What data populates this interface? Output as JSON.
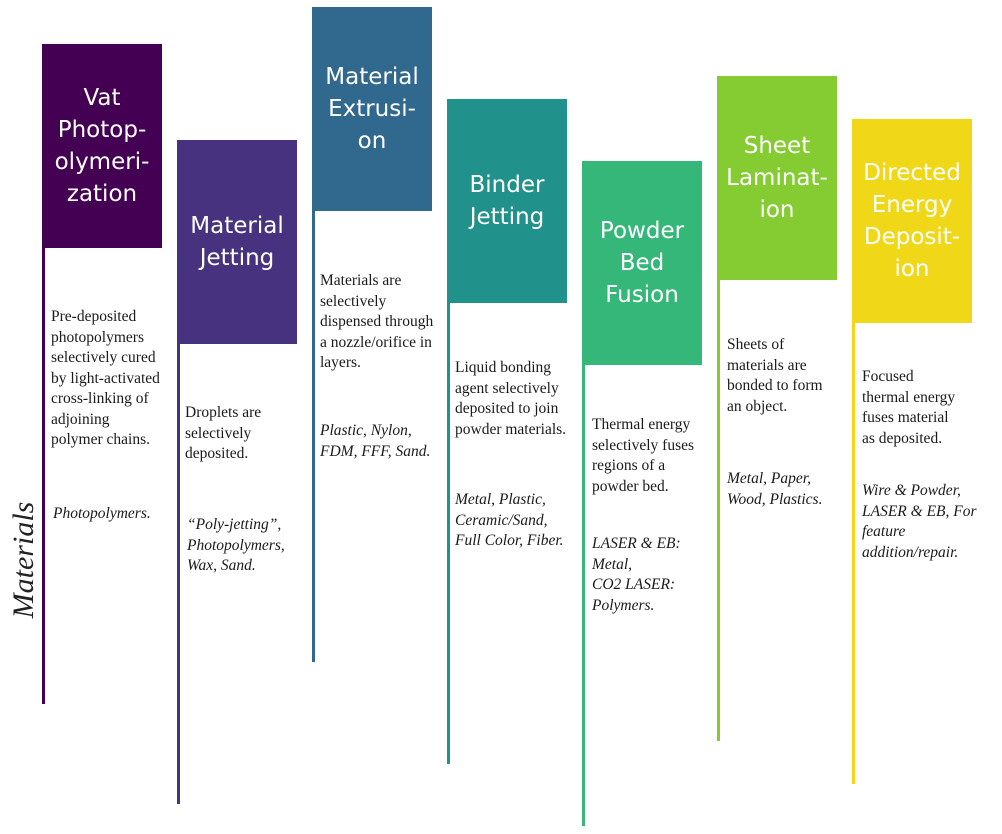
{
  "axis_label": "Materials",
  "processes": [
    {
      "title": "Vat Photop-\nolymeri-\nzation",
      "color": "#440154",
      "description": "Pre-deposited\nphotopolymers\nselectively cured\nby light-activated\ncross-linking of\nadjoining\npolymer chains.",
      "materials": "Photopolymers."
    },
    {
      "title": "Material\nJetting",
      "color": "#46327e",
      "description": "Droplets are\nselectively\ndeposited.",
      "materials": "“Poly-jetting”,\nPhotopolymers,\nWax, Sand."
    },
    {
      "title": "Material\nExtrusi-\non",
      "color": "#31688e",
      "description": "Materials are\nselectively\ndispensed through\na nozzle/orifice in\nlayers.",
      "materials": "Plastic, Nylon,\nFDM, FFF, Sand."
    },
    {
      "title": "Binder\nJetting",
      "color": "#21918c",
      "description": "Liquid bonding\nagent selectively\ndeposited to join\npowder materials.",
      "materials": "Metal, Plastic,\nCeramic/Sand,\nFull Color, Fiber."
    },
    {
      "title": "Powder\nBed\nFusion",
      "color": "#35b779",
      "description": "Thermal energy\nselectively fuses\nregions of a\npowder bed.",
      "materials": "LASER & EB:\nMetal,\nCO2 LASER:\nPolymers."
    },
    {
      "title": "Sheet\nLaminat-\nion",
      "color": "#84cc32",
      "description": "Sheets of\nmaterials are\nbonded to form\nan object.",
      "materials": "Metal, Paper,\nWood, Plastics."
    },
    {
      "title": "Directed\nEnergy\nDeposit-\nion",
      "color": "#f0d818",
      "description": "Focused\nthermal energy\nfuses material\nas deposited.",
      "materials": "Wire & Powder,\nLASER & EB, For\nfeature\naddition/repair."
    }
  ]
}
